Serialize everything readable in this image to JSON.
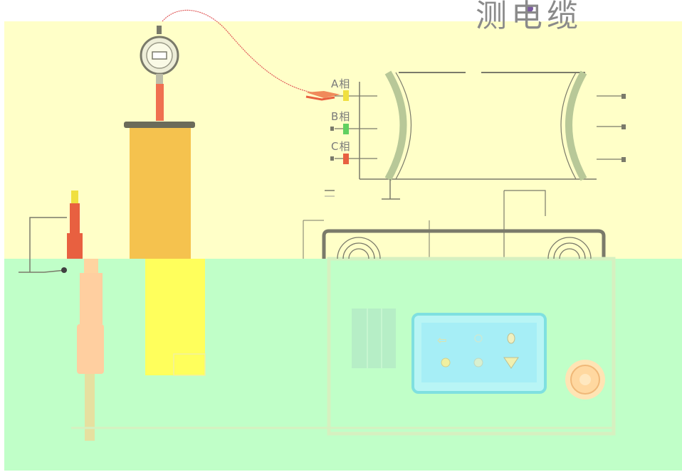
{
  "title": "测电缆",
  "phases": {
    "a": "A相",
    "b": "B相",
    "c": "C相"
  },
  "colors": {
    "upper_bg": "#ffffc8",
    "lower_bg": "#c0ffc8",
    "phase_a": "#f0e040",
    "phase_b": "#60d060",
    "phase_c": "#e86040",
    "transformer": "#f5c24e",
    "panel": "#b8f5f5"
  },
  "icons": [
    "dial-gauge-icon",
    "alligator-clip-icon",
    "fan-grille-icon",
    "knob-icon",
    "ground-icon",
    "indicator-lamp-icon"
  ]
}
